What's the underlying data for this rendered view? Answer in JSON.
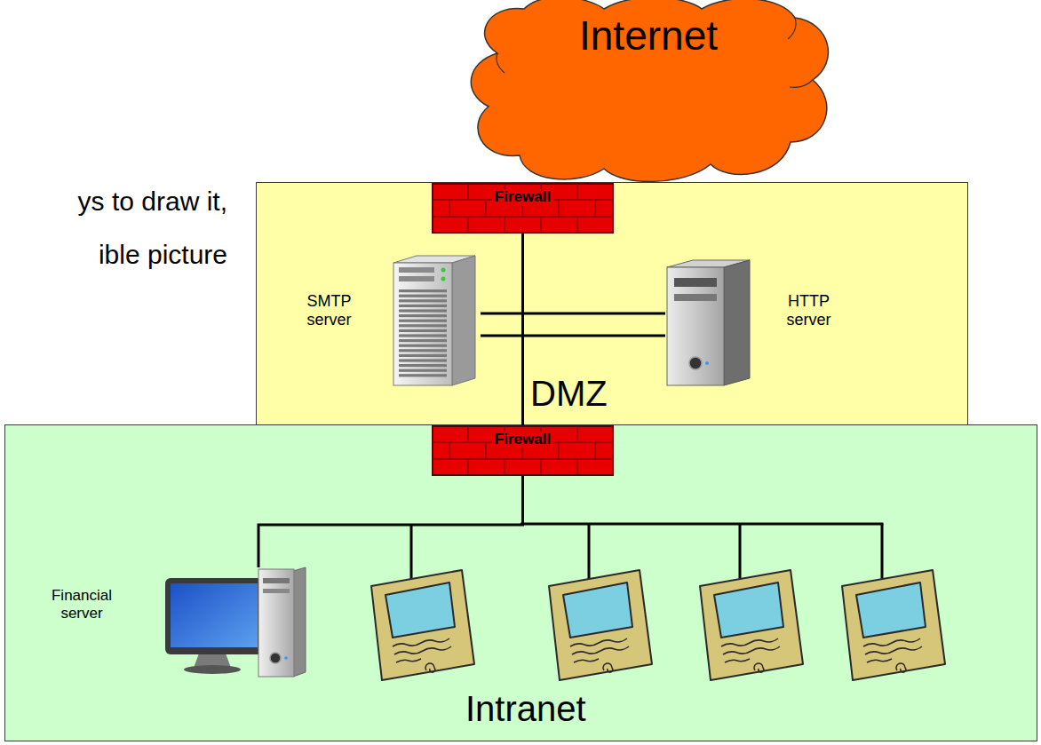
{
  "diagram": {
    "nodes": [
      {
        "text": [
          "Internet"
        ]
      },
      {
        "text": [
          "DMZ"
        ]
      },
      {
        "text": [
          "Firewall"
        ],
        "in": 1
      },
      {
        "text": [
          "SMTP server"
        ],
        "in": 1
      },
      {
        "text": [
          "HTTP server"
        ],
        "in": 1
      },
      {
        "text": [
          "Intranet"
        ]
      },
      {
        "text": [
          "Firewall"
        ],
        "in": 5
      },
      {
        "text": [
          "Financial server"
        ],
        "in": 5
      }
    ],
    "edges": [
      {
        "from": 2,
        "to": 6,
        "arrow": "none"
      },
      {
        "from": 3,
        "to": 4,
        "arrow": "none"
      },
      {
        "from": 3,
        "to": 4,
        "arrow": "none"
      },
      {
        "from": 6,
        "to": 7,
        "arrow": "none"
      }
    ],
    "labels": [
      "ys to draw it,",
      "ible picture"
    ]
  }
}
